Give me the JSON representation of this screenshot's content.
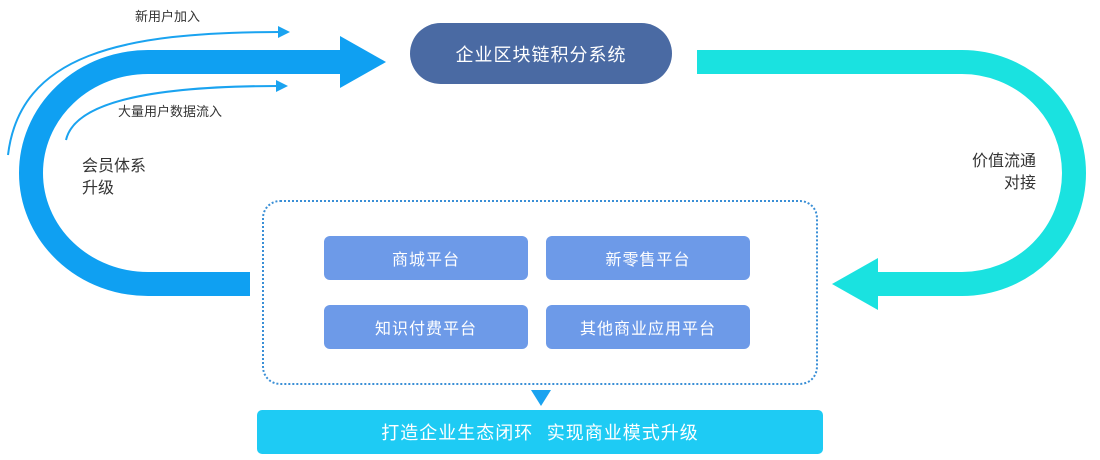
{
  "core": {
    "title": "企业区块链积分系统"
  },
  "inflows": {
    "new_users": "新用户加入",
    "user_data": "大量用户数据流入",
    "member_upgrade": [
      "会员体系",
      "升级"
    ]
  },
  "value_flow": [
    "价值流通",
    "对接"
  ],
  "platforms": {
    "items": [
      {
        "label": "商城平台"
      },
      {
        "label": "新零售平台"
      },
      {
        "label": "知识付费平台"
      },
      {
        "label": "其他商业应用平台"
      }
    ]
  },
  "result": {
    "label": "打造企业生态闭环  实现商业模式升级"
  },
  "colors": {
    "blue_arrow": "#0fa0f2",
    "cyan_arrow": "#1ae2e0",
    "core_pill": "#4a6aa3",
    "platform_button": "#6d9ae8",
    "result_bar": "#1ecbf4",
    "dotted_border": "#3a8fd6"
  }
}
